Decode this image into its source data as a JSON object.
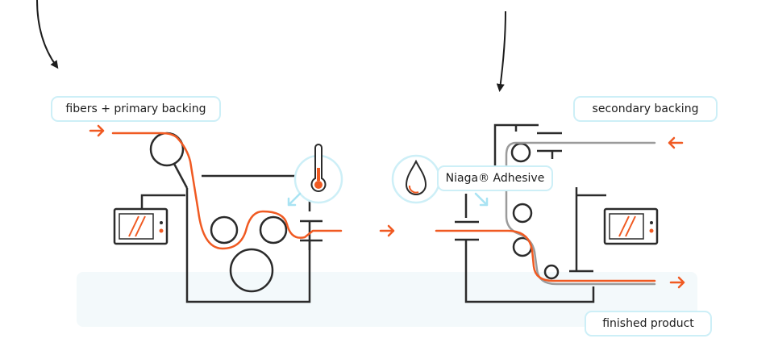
{
  "labels": {
    "fibers": "fibers + primary backing",
    "secondary": "secondary backing",
    "adhesive": "Niaga® Adhesive",
    "finished": "finished product"
  },
  "colors": {
    "machine_line": "#2b2b2b",
    "material_orange": "#f05a22",
    "secondary_gray": "#9b9b9b",
    "callout_border": "#cdeff7",
    "callout_arrow": "#a9e3f3",
    "panel": "#f3f9fb"
  },
  "icons": {
    "heat": "thermometer-icon",
    "adhesive": "droplet-icon",
    "control": "control-monitor-icon"
  }
}
